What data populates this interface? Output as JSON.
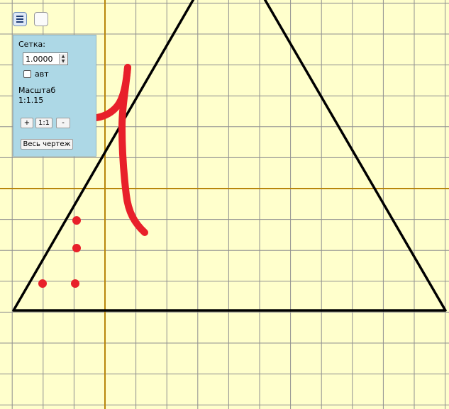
{
  "panel": {
    "grid_label": "Сетка:",
    "grid_value": "1.0000",
    "auto_label": "авт",
    "auto_checked": false,
    "scale_label": "Масштаб",
    "scale_value": "1:1.15",
    "zoom_in": "+",
    "zoom_reset": "1:1",
    "zoom_out": "-",
    "fit_all": "Весь чертеж"
  },
  "colors": {
    "background": "#ffffcc",
    "grid": "#909090",
    "axes": "#b8860b",
    "panel": "#add8e6",
    "drawing": "#000000",
    "annotation": "#e8202a"
  },
  "icons": [
    "menu-icon"
  ]
}
